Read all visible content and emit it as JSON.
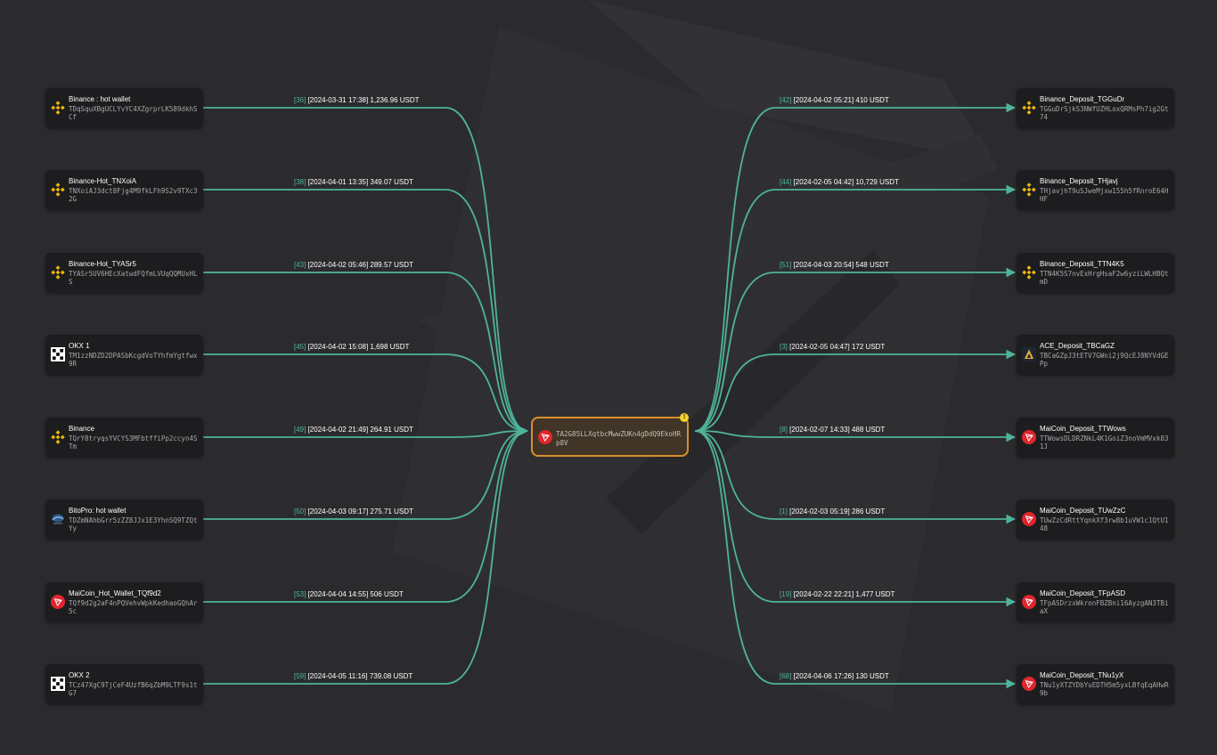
{
  "colors": {
    "background": "#2b2b2e",
    "node_bg": "#1d1d1f",
    "edge": "#4fb39a",
    "center_border": "#d98e2d",
    "center_bg": "#403526",
    "warning": "#f5d12a"
  },
  "center": {
    "address": "TA2G85LLXqtbcMwwZUKn4gDdQ9EkoHRp8V",
    "icon": "tron-icon",
    "badge_icon": "warning-icon"
  },
  "sources": [
    {
      "name": "Binance : hot wallet",
      "address": "TDqSquXBgUCLYvYC4XZgrprLK589dkhSCf",
      "icon": "binance-icon"
    },
    {
      "name": "Binance-Hot_TNXoiA",
      "address": "TNXoiAJ3dct8Fjg4M9fkLFh9S2v9TXc32G",
      "icon": "binance-icon"
    },
    {
      "name": "Binance-Hot_TYASr5",
      "address": "TYASr5UV6HEcXatwdFQfmLVUqQQMUxHLS",
      "icon": "binance-icon"
    },
    {
      "name": "OKX 1",
      "address": "TM1zzNDZD2DPASbKcgdVoTYhfmYgtfwx9R",
      "icon": "okx-icon"
    },
    {
      "name": "Binance",
      "address": "TQrY8tryqsYVCYS3MFbtffiPp2ccyn4STm",
      "icon": "binance-icon"
    },
    {
      "name": "BitoPro: hot wallet",
      "address": "TDZmNAhbGrr5zZZ8JJx1E3YhnSQ9TZQtYy",
      "icon": "bitopro-icon"
    },
    {
      "name": "MaiCoin_Hot_Wallet_TQf9d2",
      "address": "TQf9d2g2aF4nPQVehvWpkKedhaoGQhAr5c",
      "icon": "tron-icon"
    },
    {
      "name": "OKX 2",
      "address": "TCz47XgC9TjCeF4UzfB6qZbM9LTF9s1tG7",
      "icon": "okx-icon"
    }
  ],
  "destinations": [
    {
      "name": "Binance_Deposit_TGGuDr",
      "address": "TGGuDrSjkS3NWfUZHLoxQRMsPh7ig2Gt74",
      "icon": "binance-icon"
    },
    {
      "name": "Binance_Deposit_THjavj",
      "address": "THjavjhT9uSJweMjxw155h5fRnroE64HHF",
      "icon": "binance-icon"
    },
    {
      "name": "Binance_Deposit_TTN4K5",
      "address": "TTN4K5S7nvExHrgHsaF2w6yziLWLHBQtmD",
      "icon": "binance-icon"
    },
    {
      "name": "ACE_Deposit_TBCaGZ",
      "address": "TBCaGZpJ3tETV7GWni2j9QcEJ8NYVdGEPp",
      "icon": "ace-icon"
    },
    {
      "name": "MaiCoin_Deposit_TTWows",
      "address": "TTWowsDLDRZNkL4K1GoiZ3noVmMVxk831J",
      "icon": "tron-icon"
    },
    {
      "name": "MaiCoin_Deposit_TUwZzC",
      "address": "TUwZzCdRttYqnkXf3rw8b1uVW1c1QtU148",
      "icon": "tron-icon"
    },
    {
      "name": "MaiCoin_Deposit_TFpASD",
      "address": "TFpASDrzxWkronFBZBni16AyzgAN3TBiaX",
      "icon": "tron-icon"
    },
    {
      "name": "MaiCoin_Deposit_TNu1yX",
      "address": "TNu1yXTZYDbYuEDTH5m5yxLBfqEqAHwR9b",
      "icon": "tron-icon"
    }
  ],
  "incoming_edges": [
    {
      "index": "[36]",
      "detail": "[2024-03-31 17:38] 1,236.96 USDT"
    },
    {
      "index": "[38]",
      "detail": "[2024-04-01 13:35] 349.07 USDT"
    },
    {
      "index": "[43]",
      "detail": "[2024-04-02 05:46] 289.57 USDT"
    },
    {
      "index": "[45]",
      "detail": "[2024-04-02 15:08] 1,698 USDT"
    },
    {
      "index": "[49]",
      "detail": "[2024-04-02 21:49] 264.91 USDT"
    },
    {
      "index": "[50]",
      "detail": "[2024-04-03 09:17] 275.71 USDT"
    },
    {
      "index": "[53]",
      "detail": "[2024-04-04 14:55] 506 USDT"
    },
    {
      "index": "[59]",
      "detail": "[2024-04-05 11:16] 739.08 USDT"
    }
  ],
  "outgoing_edges": [
    {
      "index": "[42]",
      "detail": "[2024-04-02 05:21] 410 USDT"
    },
    {
      "index": "[44]",
      "detail": "[2024-02-05 04:42] 10,729 USDT"
    },
    {
      "index": "[51]",
      "detail": "[2024-04-03 20:54] 548 USDT"
    },
    {
      "index": "[3]",
      "detail": "[2024-02-05 04:47] 172 USDT"
    },
    {
      "index": "[8]",
      "detail": "[2024-02-07 14:33] 488 USDT"
    },
    {
      "index": "[1]",
      "detail": "[2024-02-03 05:19] 286 USDT"
    },
    {
      "index": "[19]",
      "detail": "[2024-02-22 22:21] 1,477 USDT"
    },
    {
      "index": "[68]",
      "detail": "[2024-04-06 17:26] 130 USDT"
    }
  ]
}
